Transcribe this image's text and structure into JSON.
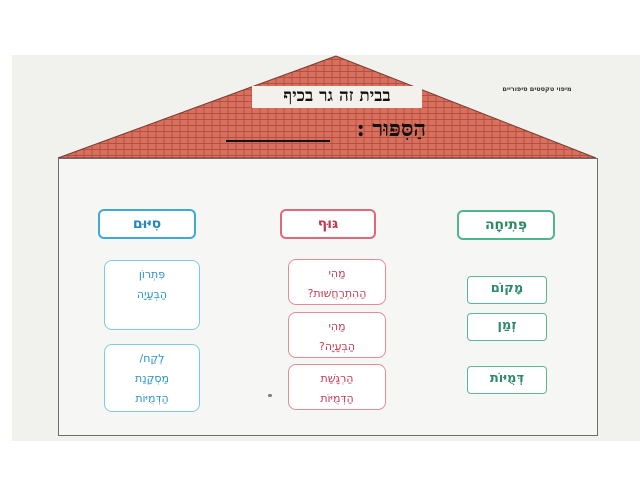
{
  "header": {
    "corner_text": "מיפוי טקסטים סיפוריים",
    "roof_title": "בבית זה גר בכיף",
    "roof_subtitle": "הַסִּפּוּר :"
  },
  "columns": {
    "right": {
      "title": "פְּתִיחָה",
      "items": [
        "מָקוֹם",
        "זְמַן",
        "דְּמֻיּוֹת"
      ]
    },
    "middle": {
      "title": "גּוּף",
      "cards": [
        {
          "line1": "מַהִי",
          "line2": "הַהִתְרַחֲשׁוּת?"
        },
        {
          "line1": "מַהִי",
          "line2": "הַבְּעָיָה?"
        },
        {
          "line1": "הַרְגָּשַׁת",
          "line2": "הַדְּמֻיּוֹת"
        }
      ]
    },
    "left": {
      "title": "סִיּוּם",
      "cards": [
        {
          "line1": "פִּתְרוֹן",
          "line2": "הַבְּעָיָה"
        },
        {
          "line1": "לֶקַח/",
          "line2": "מַסְקָנַת",
          "line3": "הַדְּמֻיּוֹת"
        }
      ]
    }
  },
  "colors": {
    "roof": "#d9705e",
    "green": "#4eb68c",
    "red": "#e0687a",
    "blue": "#3fa9dc"
  }
}
